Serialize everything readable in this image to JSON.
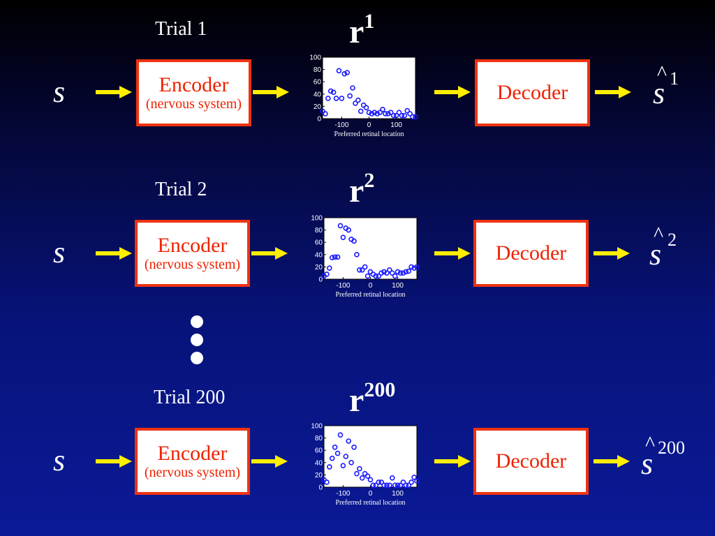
{
  "trials": [
    {
      "trial_label": "Trial 1",
      "r_base": "r",
      "r_sup": "1",
      "input": "s",
      "encoder": {
        "title": "Encoder",
        "subtitle": "(nervous system)"
      },
      "decoder": {
        "title": "Decoder"
      },
      "output": {
        "symbol": "s",
        "hat": "^",
        "index": "1"
      }
    },
    {
      "trial_label": "Trial 2",
      "r_base": "r",
      "r_sup": "2",
      "input": "s",
      "encoder": {
        "title": "Encoder",
        "subtitle": "(nervous system)"
      },
      "decoder": {
        "title": "Decoder"
      },
      "output": {
        "symbol": "s",
        "hat": "^",
        "index": "2"
      }
    },
    {
      "trial_label": "Trial 200",
      "r_base": "r",
      "r_sup": "200",
      "input": "s",
      "encoder": {
        "title": "Encoder",
        "subtitle": "(nervous system)"
      },
      "decoder": {
        "title": "Decoder"
      },
      "output": {
        "symbol": "s",
        "hat": "^",
        "index": "200"
      }
    }
  ],
  "colors": {
    "arrow": "#ffee00",
    "box_border": "#ee3311",
    "box_text": "#ee2200",
    "marker": "#1a1aff"
  },
  "chart_data": [
    {
      "type": "scatter",
      "xlabel": "Preferred retinal  location",
      "ylabel": "",
      "xlim": [
        -170,
        170
      ],
      "ylim": [
        0,
        100
      ],
      "xticks": [
        -100,
        0,
        100
      ],
      "yticks": [
        0,
        20,
        40,
        60,
        80,
        100
      ],
      "x": [
        -170,
        -160,
        -150,
        -140,
        -130,
        -120,
        -110,
        -100,
        -90,
        -80,
        -70,
        -60,
        -50,
        -40,
        -30,
        -20,
        -10,
        0,
        10,
        20,
        30,
        40,
        50,
        60,
        70,
        80,
        90,
        100,
        110,
        120,
        130,
        140,
        150,
        160,
        170
      ],
      "y": [
        12,
        8,
        33,
        45,
        43,
        33,
        78,
        33,
        73,
        75,
        37,
        50,
        25,
        30,
        12,
        22,
        18,
        10,
        8,
        10,
        8,
        10,
        15,
        8,
        8,
        10,
        5,
        5,
        10,
        5,
        5,
        13,
        8,
        3,
        3
      ]
    },
    {
      "type": "scatter",
      "xlabel": "Preferred retinal  location",
      "ylabel": "",
      "xlim": [
        -170,
        170
      ],
      "ylim": [
        0,
        100
      ],
      "xticks": [
        -100,
        0,
        100
      ],
      "yticks": [
        0,
        20,
        40,
        60,
        80,
        100
      ],
      "x": [
        -170,
        -160,
        -150,
        -140,
        -130,
        -120,
        -110,
        -100,
        -90,
        -80,
        -70,
        -60,
        -50,
        -40,
        -30,
        -20,
        -10,
        0,
        10,
        20,
        30,
        40,
        50,
        60,
        70,
        80,
        90,
        100,
        110,
        120,
        130,
        140,
        150,
        160,
        170
      ],
      "y": [
        5,
        8,
        18,
        35,
        36,
        36,
        87,
        68,
        83,
        80,
        65,
        62,
        40,
        15,
        15,
        20,
        5,
        12,
        8,
        5,
        5,
        10,
        12,
        10,
        15,
        10,
        5,
        12,
        10,
        10,
        12,
        13,
        20,
        18,
        20
      ]
    },
    {
      "type": "scatter",
      "xlabel": "Preferred retinal  location",
      "ylabel": "",
      "xlim": [
        -170,
        170
      ],
      "ylim": [
        0,
        100
      ],
      "xticks": [
        -100,
        0,
        100
      ],
      "yticks": [
        0,
        20,
        40,
        60,
        80,
        100
      ],
      "x": [
        -170,
        -160,
        -150,
        -140,
        -130,
        -120,
        -110,
        -100,
        -90,
        -80,
        -70,
        -60,
        -50,
        -40,
        -30,
        -20,
        -10,
        0,
        10,
        20,
        30,
        40,
        50,
        60,
        70,
        80,
        90,
        100,
        110,
        120,
        130,
        140,
        150,
        160,
        170
      ],
      "y": [
        12,
        8,
        33,
        47,
        65,
        55,
        85,
        35,
        50,
        75,
        40,
        65,
        22,
        30,
        15,
        22,
        18,
        12,
        3,
        3,
        8,
        8,
        3,
        3,
        3,
        15,
        3,
        3,
        3,
        8,
        3,
        3,
        8,
        16,
        10
      ]
    }
  ]
}
